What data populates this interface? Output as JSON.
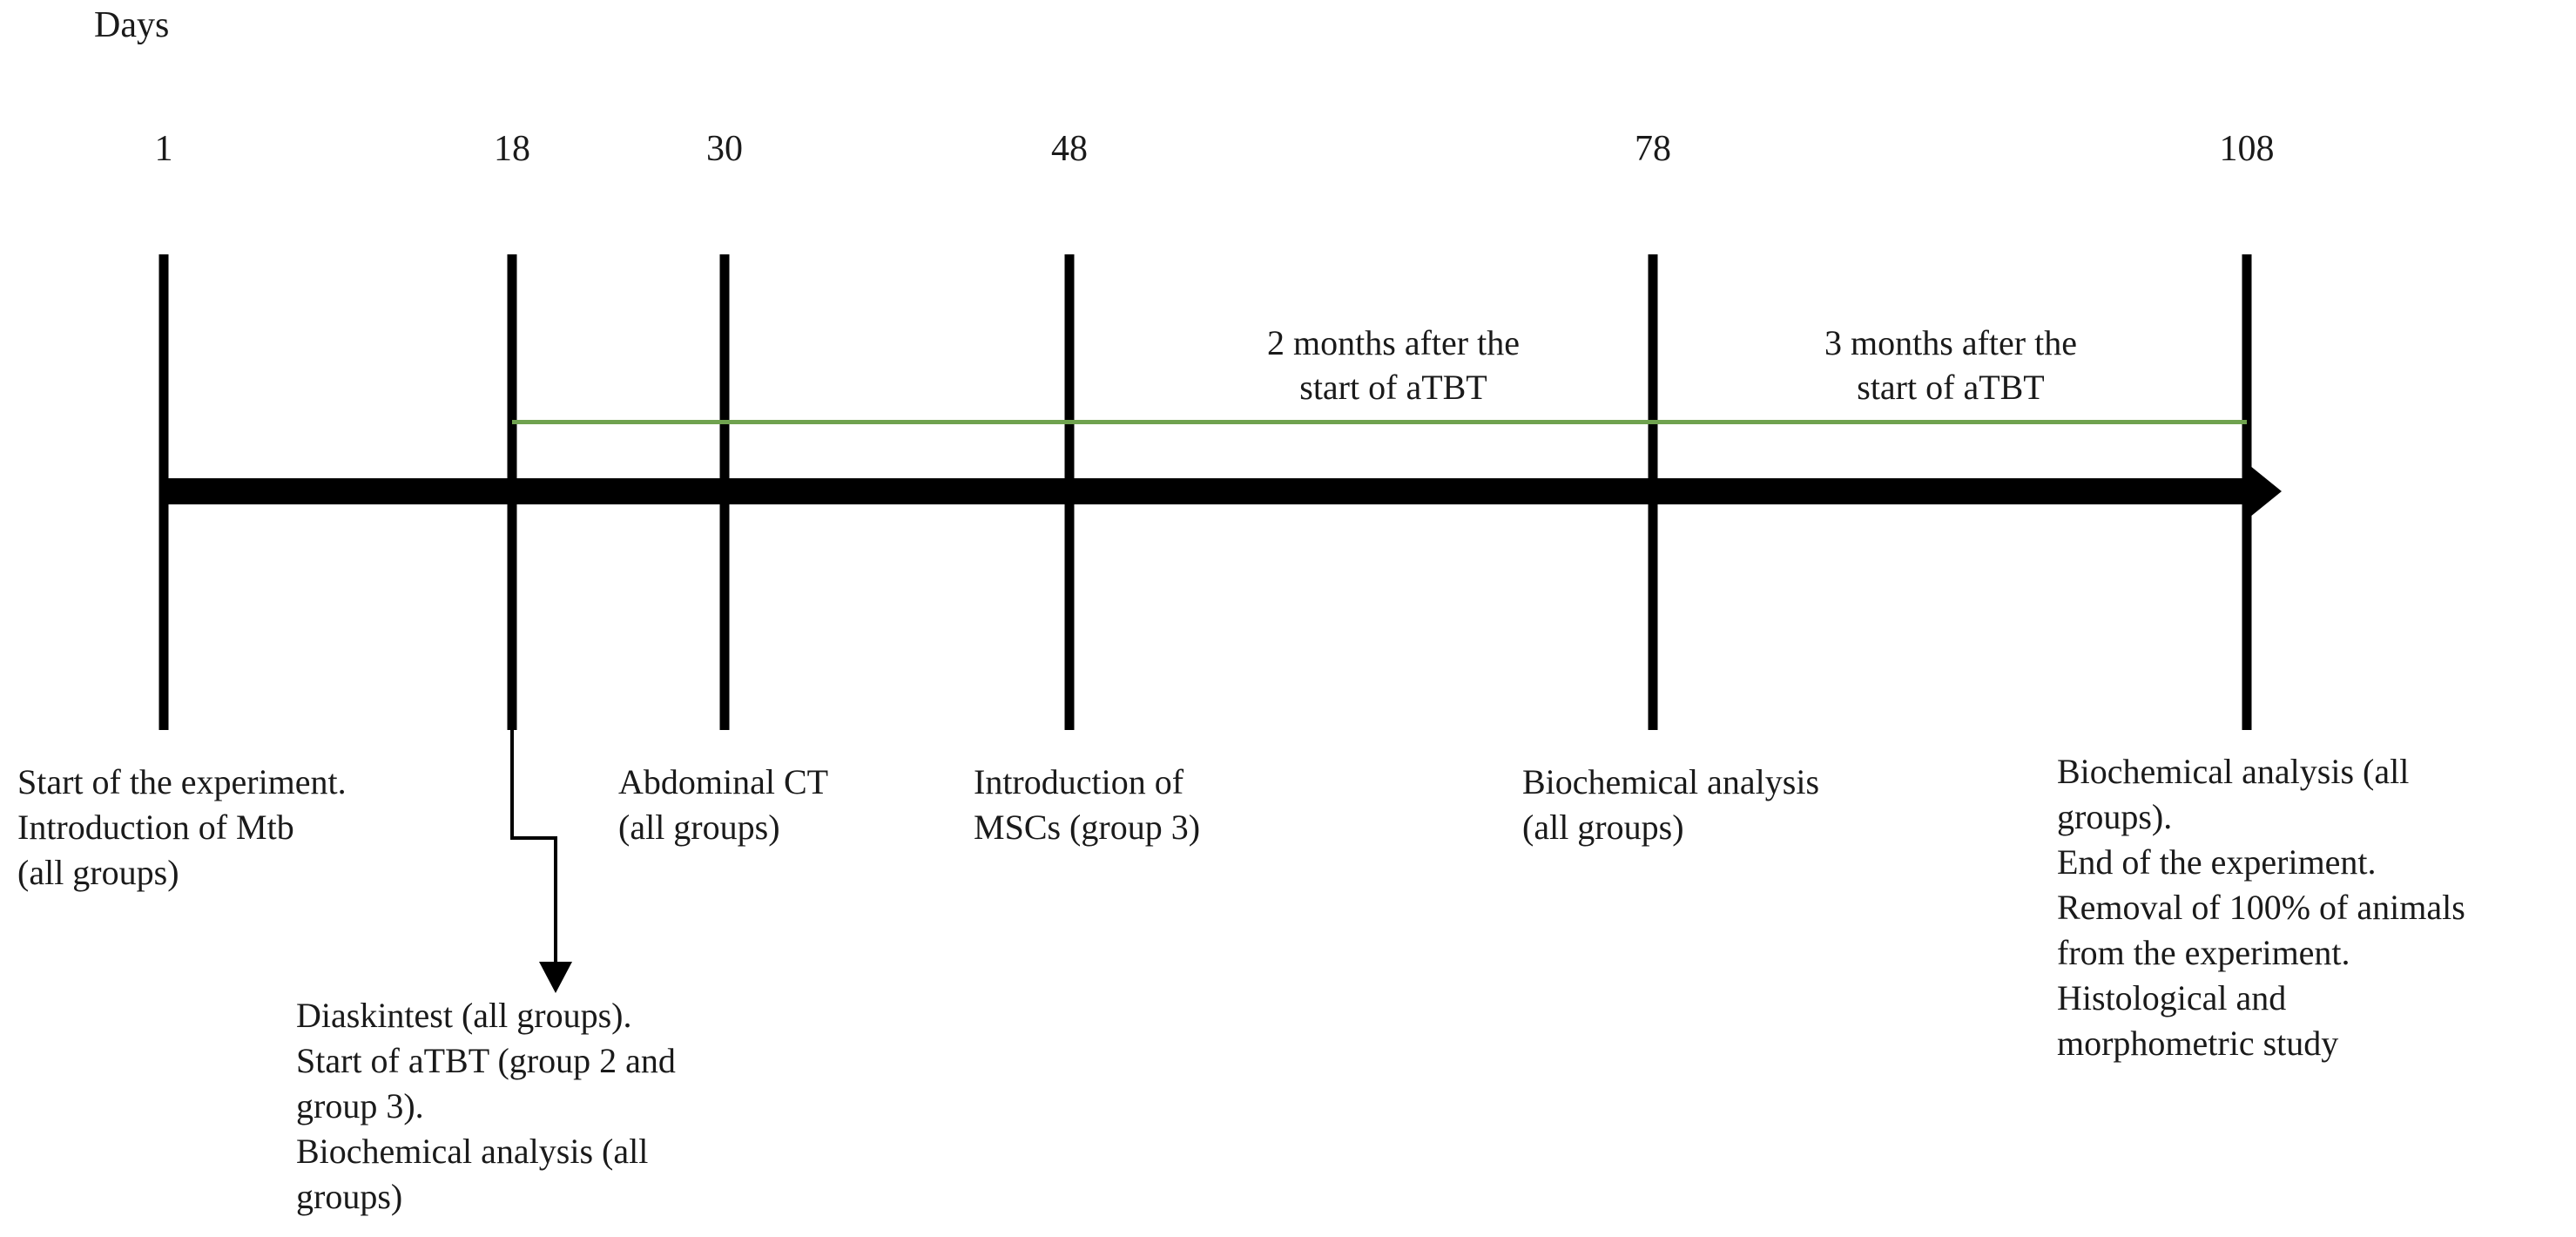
{
  "axis": {
    "caption": "Days",
    "unit": "days"
  },
  "chart_data": {
    "type": "timeline",
    "title": "Days",
    "xlabel": "Days",
    "ticks": [
      1,
      18,
      30,
      48,
      78,
      108
    ],
    "tick_labels": [
      "1",
      "18",
      "30",
      "48",
      "78",
      "108"
    ],
    "events": [
      {
        "day": 1,
        "label": "Start of the experiment.\nIntroduction of Mtb\n(all groups)"
      },
      {
        "day": 18,
        "label": "Diaskintest (all groups).\nStart of aTBT (group 2 and\ngroup 3).\nBiochemical analysis (all\ngroups)"
      },
      {
        "day": 30,
        "label": "Abdominal CT\n(all groups)"
      },
      {
        "day": 48,
        "label": "Introduction of\nMSCs (group 3)"
      },
      {
        "day": 78,
        "label": "Biochemical analysis\n(all groups)"
      },
      {
        "day": 108,
        "label": "Biochemical analysis (all\ngroups).\nEnd of the experiment.\nRemoval of 100% of animals\nfrom the experiment.\nHistological and\nmorphometric study"
      }
    ],
    "spans": [
      {
        "from_day": 18,
        "to_day": 78,
        "label": "2 months after the\nstart of aTBT",
        "color": "#6fa24f"
      },
      {
        "from_day": 18,
        "to_day": 108,
        "label": "3 months after the\nstart of aTBT",
        "color": "#6fa24f"
      }
    ],
    "colors": {
      "axis": "#000000",
      "span_line": "#6fa24f",
      "text": "#1a1a1a",
      "background": "#ffffff"
    }
  },
  "day_labels": {
    "d1": "1",
    "d18": "18",
    "d30": "30",
    "d48": "48",
    "d78": "78",
    "d108": "108"
  },
  "span_notes": {
    "two_months": "2 months after the\nstart of aTBT",
    "three_months": "3 months after the\nstart of aTBT"
  },
  "event_notes": {
    "day1": "Start of the experiment.\nIntroduction of Mtb\n(all groups)",
    "day18": "Diaskintest (all groups).\nStart of aTBT (group 2 and\ngroup 3).\nBiochemical analysis (all\ngroups)",
    "day30": "Abdominal CT\n(all groups)",
    "day48": "Introduction of\nMSCs (group 3)",
    "day78": "Biochemical analysis\n(all groups)",
    "day108": "Biochemical analysis (all\ngroups).\nEnd of the experiment.\nRemoval of 100% of animals\nfrom the experiment.\nHistological and\nmorphometric study"
  }
}
